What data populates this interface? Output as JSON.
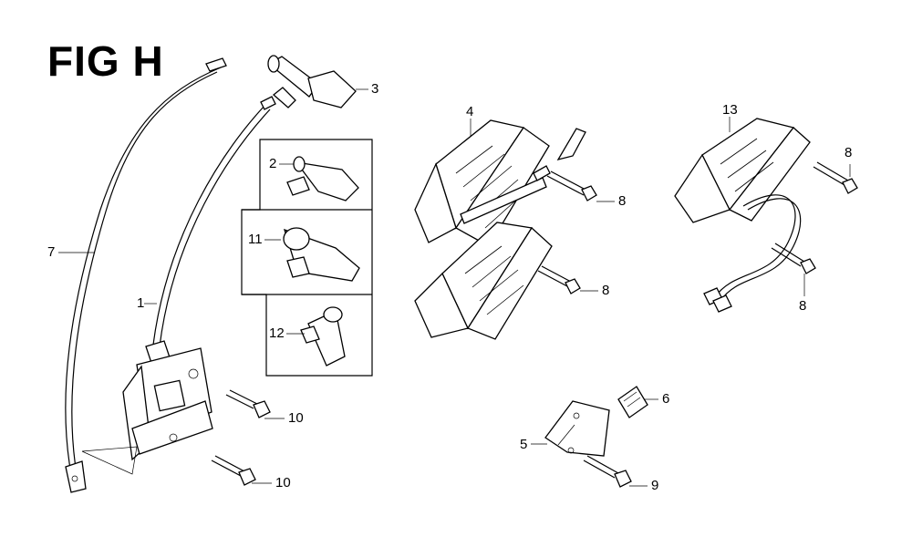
{
  "figure": {
    "title": "FIG H"
  },
  "callouts": [
    {
      "id": "c1",
      "number": "1"
    },
    {
      "id": "c2",
      "number": "2"
    },
    {
      "id": "c3",
      "number": "3"
    },
    {
      "id": "c4",
      "number": "4"
    },
    {
      "id": "c5",
      "number": "5"
    },
    {
      "id": "c6",
      "number": "6"
    },
    {
      "id": "c7",
      "number": "7"
    },
    {
      "id": "c8a",
      "number": "8"
    },
    {
      "id": "c8b",
      "number": "8"
    },
    {
      "id": "c8c",
      "number": "8"
    },
    {
      "id": "c8d",
      "number": "8"
    },
    {
      "id": "c9",
      "number": "9"
    },
    {
      "id": "c10a",
      "number": "10"
    },
    {
      "id": "c10b",
      "number": "10"
    },
    {
      "id": "c11",
      "number": "11"
    },
    {
      "id": "c12",
      "number": "12"
    },
    {
      "id": "c13",
      "number": "13"
    }
  ]
}
